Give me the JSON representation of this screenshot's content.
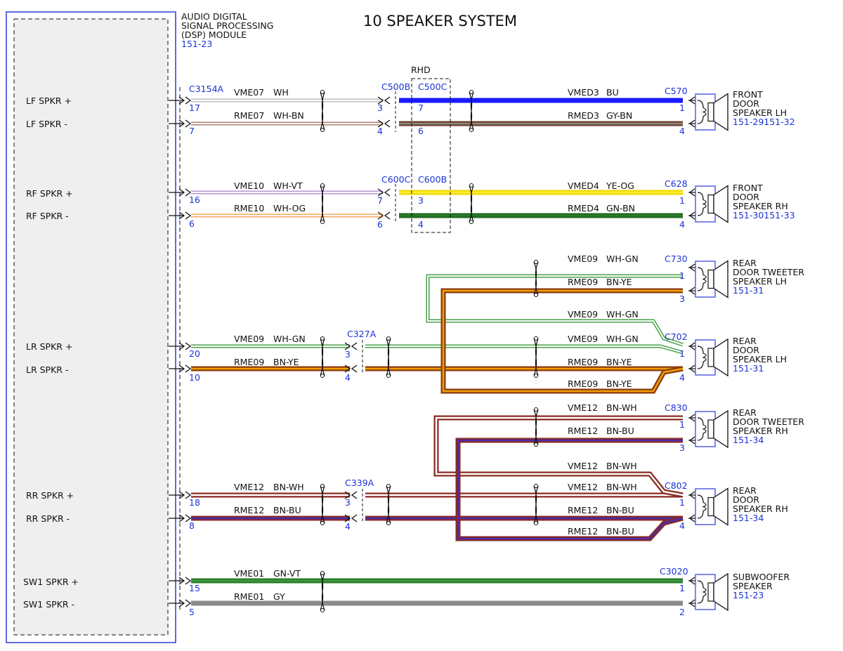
{
  "title": "10 SPEAKER SYSTEM",
  "module": {
    "name_lines": [
      "AUDIO DIGITAL",
      "SIGNAL PROCESSING",
      "(DSP) MODULE"
    ],
    "ref": "151-23",
    "connector": "C3154A",
    "pins": [
      {
        "label": "LF SPKR +",
        "pin": "17"
      },
      {
        "label": "LF SPKR -",
        "pin": "7"
      },
      {
        "label": "RF SPKR +",
        "pin": "16"
      },
      {
        "label": "RF SPKR -",
        "pin": "6"
      },
      {
        "label": "LR SPKR +",
        "pin": "20"
      },
      {
        "label": "LR SPKR -",
        "pin": "10"
      },
      {
        "label": "RR SPKR +",
        "pin": "18"
      },
      {
        "label": "RR SPKR -",
        "pin": "8"
      },
      {
        "label": "SW1 SPKR +",
        "pin": "15"
      },
      {
        "label": "SW1 SPKR -",
        "pin": "5"
      }
    ]
  },
  "rhd_label": "RHD",
  "inline_connectors": {
    "c500b": {
      "name": "C500B",
      "pins": [
        "3",
        "4"
      ]
    },
    "c500c": {
      "name": "C500C",
      "pins": [
        "7",
        "6"
      ]
    },
    "c600c": {
      "name": "C600C",
      "pins": [
        "7",
        "6"
      ]
    },
    "c600b": {
      "name": "C600B",
      "pins": [
        "3",
        "4"
      ]
    },
    "c327a": {
      "name": "C327A",
      "pins": [
        "3",
        "4"
      ]
    },
    "c339a": {
      "name": "C339A",
      "pins": [
        "3",
        "4"
      ]
    }
  },
  "wires": [
    {
      "id": "lf-pos-a",
      "circuit": "VME07",
      "color_code": "WH"
    },
    {
      "id": "lf-neg-a",
      "circuit": "RME07",
      "color_code": "WH-BN"
    },
    {
      "id": "lf-pos-b",
      "circuit": "VMED3",
      "color_code": "BU"
    },
    {
      "id": "lf-neg-b",
      "circuit": "RMED3",
      "color_code": "GY-BN"
    },
    {
      "id": "rf-pos-a",
      "circuit": "VME10",
      "color_code": "WH-VT"
    },
    {
      "id": "rf-neg-a",
      "circuit": "RME10",
      "color_code": "WH-OG"
    },
    {
      "id": "rf-pos-b",
      "circuit": "VMED4",
      "color_code": "YE-OG"
    },
    {
      "id": "rf-neg-b",
      "circuit": "RMED4",
      "color_code": "GN-BN"
    },
    {
      "id": "lr-tw-pos",
      "circuit": "VME09",
      "color_code": "WH-GN"
    },
    {
      "id": "lr-tw-neg",
      "circuit": "RME09",
      "color_code": "BN-YE"
    },
    {
      "id": "lr-split-pos",
      "circuit": "VME09",
      "color_code": "WH-GN"
    },
    {
      "id": "lr-pos-a",
      "circuit": "VME09",
      "color_code": "WH-GN"
    },
    {
      "id": "lr-pos-b",
      "circuit": "VME09",
      "color_code": "WH-GN"
    },
    {
      "id": "lr-neg-a",
      "circuit": "RME09",
      "color_code": "BN-YE"
    },
    {
      "id": "lr-neg-b",
      "circuit": "RME09",
      "color_code": "BN-YE"
    },
    {
      "id": "lr-split-neg",
      "circuit": "RME09",
      "color_code": "BN-YE"
    },
    {
      "id": "rr-tw-pos",
      "circuit": "VME12",
      "color_code": "BN-WH"
    },
    {
      "id": "rr-tw-neg",
      "circuit": "RME12",
      "color_code": "BN-BU"
    },
    {
      "id": "rr-split-pos",
      "circuit": "VME12",
      "color_code": "BN-WH"
    },
    {
      "id": "rr-pos-a",
      "circuit": "VME12",
      "color_code": "BN-WH"
    },
    {
      "id": "rr-pos-b",
      "circuit": "VME12",
      "color_code": "BN-WH"
    },
    {
      "id": "rr-neg-a",
      "circuit": "RME12",
      "color_code": "BN-BU"
    },
    {
      "id": "rr-neg-b",
      "circuit": "RME12",
      "color_code": "BN-BU"
    },
    {
      "id": "rr-split-neg",
      "circuit": "RME12",
      "color_code": "BN-BU"
    },
    {
      "id": "sw-pos",
      "circuit": "VME01",
      "color_code": "GN-VT"
    },
    {
      "id": "sw-neg",
      "circuit": "RME01",
      "color_code": "GY"
    }
  ],
  "speakers": [
    {
      "id": "front-lh",
      "connector": "C570",
      "pins": [
        "1",
        "4"
      ],
      "name_lines": [
        "FRONT",
        "DOOR",
        "SPEAKER LH"
      ],
      "ref": "151-29151-32"
    },
    {
      "id": "front-rh",
      "connector": "C628",
      "pins": [
        "1",
        "4"
      ],
      "name_lines": [
        "FRONT",
        "DOOR",
        "SPEAKER RH"
      ],
      "ref": "151-30151-33"
    },
    {
      "id": "rear-tw-lh",
      "connector": "C730",
      "pins": [
        "1",
        "3"
      ],
      "name_lines": [
        "REAR",
        "DOOR TWEETER",
        "SPEAKER LH"
      ],
      "ref": "151-31"
    },
    {
      "id": "rear-lh",
      "connector": "C702",
      "pins": [
        "1",
        "4"
      ],
      "name_lines": [
        "REAR",
        "DOOR",
        "SPEAKER LH"
      ],
      "ref": "151-31"
    },
    {
      "id": "rear-tw-rh",
      "connector": "C830",
      "pins": [
        "1",
        "3"
      ],
      "name_lines": [
        "REAR",
        "DOOR TWEETER",
        "SPEAKER RH"
      ],
      "ref": "151-34"
    },
    {
      "id": "rear-rh",
      "connector": "C802",
      "pins": [
        "1",
        "4"
      ],
      "name_lines": [
        "REAR",
        "DOOR",
        "SPEAKER RH"
      ],
      "ref": "151-34"
    },
    {
      "id": "subwoofer",
      "connector": "C3020",
      "pins": [
        "1",
        "2"
      ],
      "name_lines": [
        "SUBWOOFER",
        "SPEAKER"
      ],
      "ref": "151-23"
    }
  ],
  "colors": {
    "WH": [
      "#bdbdbd",
      "#ffffff"
    ],
    "WH-BN": [
      "#b08070",
      "#ffffff"
    ],
    "BU": [
      "#1a1aff",
      "#1a1aff"
    ],
    "GY-BN": [
      "#6b3c24",
      "#8a8a8a"
    ],
    "WH-VT": [
      "#b496d8",
      "#ffffff"
    ],
    "WH-OG": [
      "#f0a860",
      "#ffffff"
    ],
    "YE-OG": [
      "#f2d900",
      "#ffee33"
    ],
    "GN-BN": [
      "#1f6b1f",
      "#2a7a2a"
    ],
    "WH-GN": [
      "#4aa04a",
      "#ffffff"
    ],
    "BN-YE": [
      "#8a3a10",
      "#f0a000"
    ],
    "BN-WH": [
      "#8a2a20",
      "#ffffff"
    ],
    "BN-BU": [
      "#8a2a20",
      "#4a2ab0"
    ],
    "GN-VT": [
      "#2a7a2a",
      "#3a9a3a"
    ],
    "GY": [
      "#8a8a8a",
      "#8a8a8a"
    ],
    "module_border": "#2a3ad8",
    "label_blue": "#1a33d6"
  }
}
